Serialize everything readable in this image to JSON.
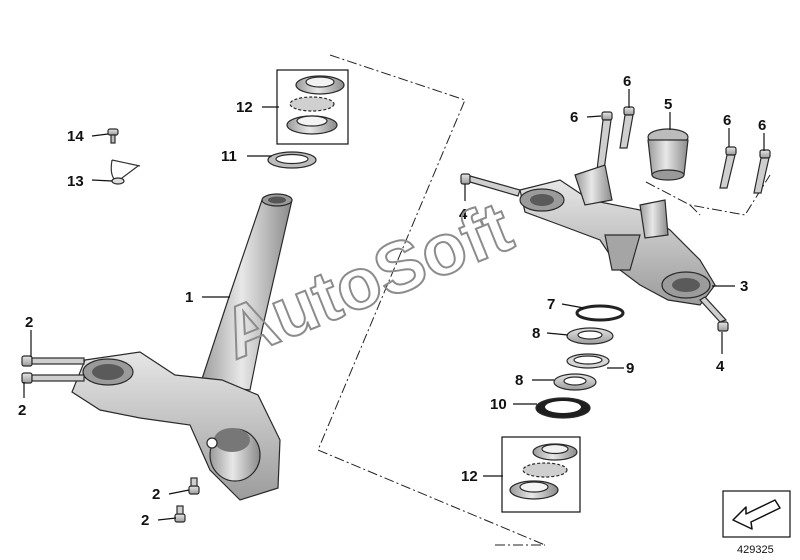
{
  "diagram": {
    "diagram_number": "429325",
    "watermark_text": "AutoSoft",
    "colors": {
      "part_fill": "#c8c8c8",
      "part_dark": "#8e8e8e",
      "part_light": "#e6e6e6",
      "line": "#111111"
    },
    "callouts": [
      {
        "id": "c1",
        "label": "1"
      },
      {
        "id": "c2a",
        "label": "2"
      },
      {
        "id": "c2b",
        "label": "2"
      },
      {
        "id": "c2c",
        "label": "2"
      },
      {
        "id": "c2d",
        "label": "2"
      },
      {
        "id": "c3",
        "label": "3"
      },
      {
        "id": "c4a",
        "label": "4"
      },
      {
        "id": "c4b",
        "label": "4"
      },
      {
        "id": "c5",
        "label": "5"
      },
      {
        "id": "c6a",
        "label": "6"
      },
      {
        "id": "c6b",
        "label": "6"
      },
      {
        "id": "c6c",
        "label": "6"
      },
      {
        "id": "c6d",
        "label": "6"
      },
      {
        "id": "c7",
        "label": "7"
      },
      {
        "id": "c8a",
        "label": "8"
      },
      {
        "id": "c8b",
        "label": "8"
      },
      {
        "id": "c9",
        "label": "9"
      },
      {
        "id": "c10",
        "label": "10"
      },
      {
        "id": "c11",
        "label": "11"
      },
      {
        "id": "c12a",
        "label": "12"
      },
      {
        "id": "c12b",
        "label": "12"
      },
      {
        "id": "c13",
        "label": "13"
      },
      {
        "id": "c14",
        "label": "14"
      }
    ]
  }
}
